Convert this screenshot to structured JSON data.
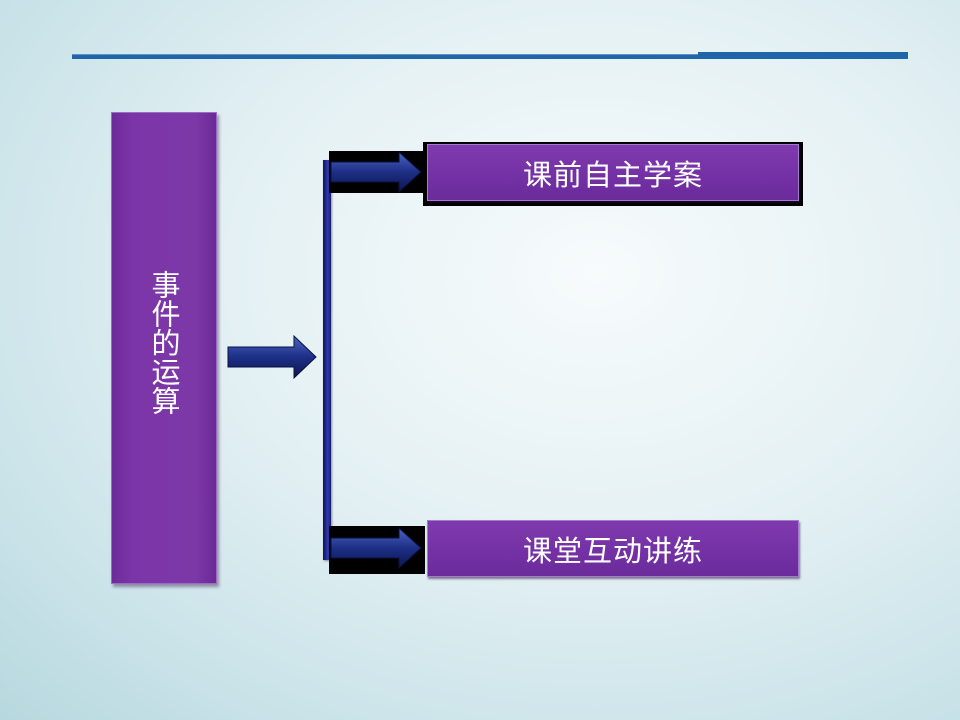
{
  "slide": {
    "main_topic": "事件的运算",
    "branches": [
      {
        "label": "课前自主学案"
      },
      {
        "label": "课堂互动讲练"
      }
    ]
  },
  "colors": {
    "rule": "#1f66a8",
    "box_purple": "#7b35a8",
    "bracket_blue": "#2430a0",
    "arrow_blue": "#1d2f86"
  },
  "icons": {
    "arrow": "right-arrow-icon"
  }
}
